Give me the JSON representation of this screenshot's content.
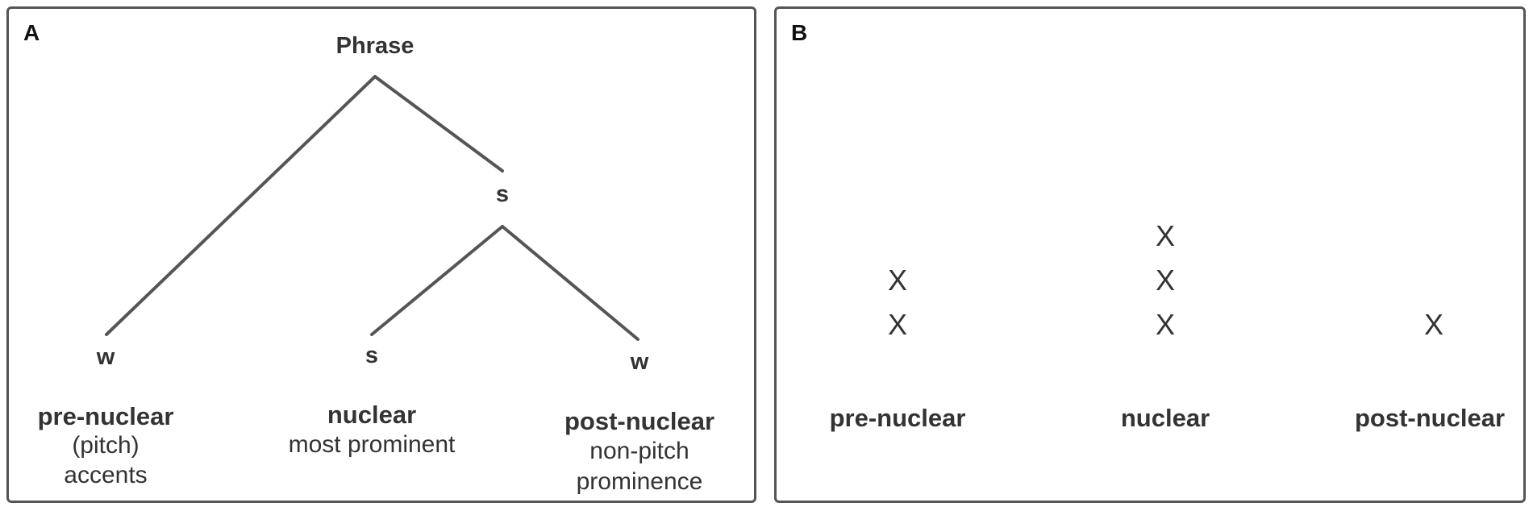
{
  "panel_a": {
    "letter": "A",
    "root": "Phrase",
    "inner_node": "s",
    "leaves": [
      {
        "node": "w",
        "title": "pre-nuclear",
        "desc1": "(pitch)",
        "desc2": "accents"
      },
      {
        "node": "s",
        "title": "nuclear",
        "desc1": "most prominent",
        "desc2": ""
      },
      {
        "node": "w",
        "title": "post-nuclear",
        "desc1": "non-pitch",
        "desc2": "prominence"
      }
    ]
  },
  "panel_b": {
    "letter": "B",
    "grid_mark": "X",
    "columns": [
      {
        "label": "pre-nuclear",
        "marks": 2
      },
      {
        "label": "nuclear",
        "marks": 3
      },
      {
        "label": "post-nuclear",
        "marks": 1
      }
    ]
  }
}
